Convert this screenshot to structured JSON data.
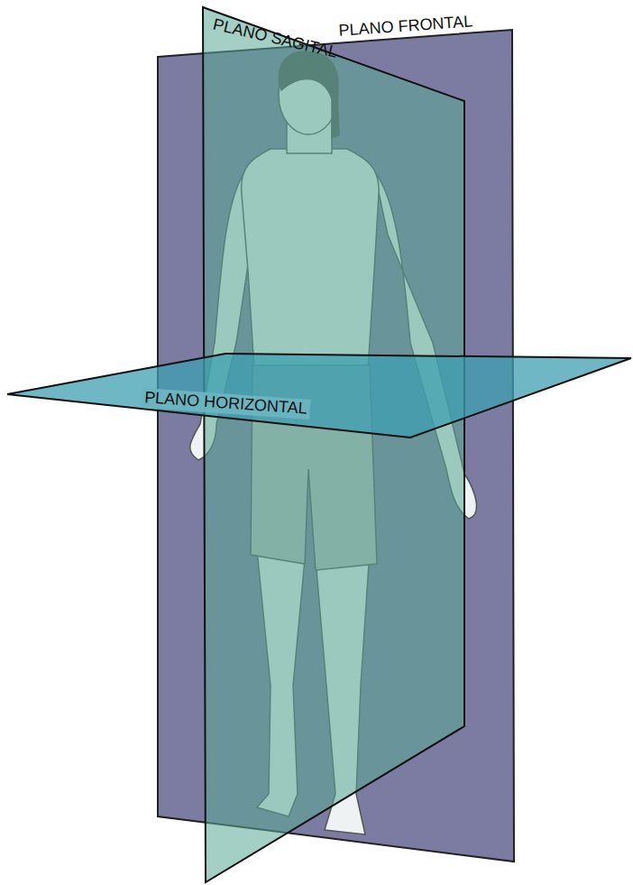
{
  "diagram": {
    "labels": [
      "PLANO FRONTAL",
      "PLANO SAGITAL",
      "PLANO HORIZONTAL"
    ]
  }
}
